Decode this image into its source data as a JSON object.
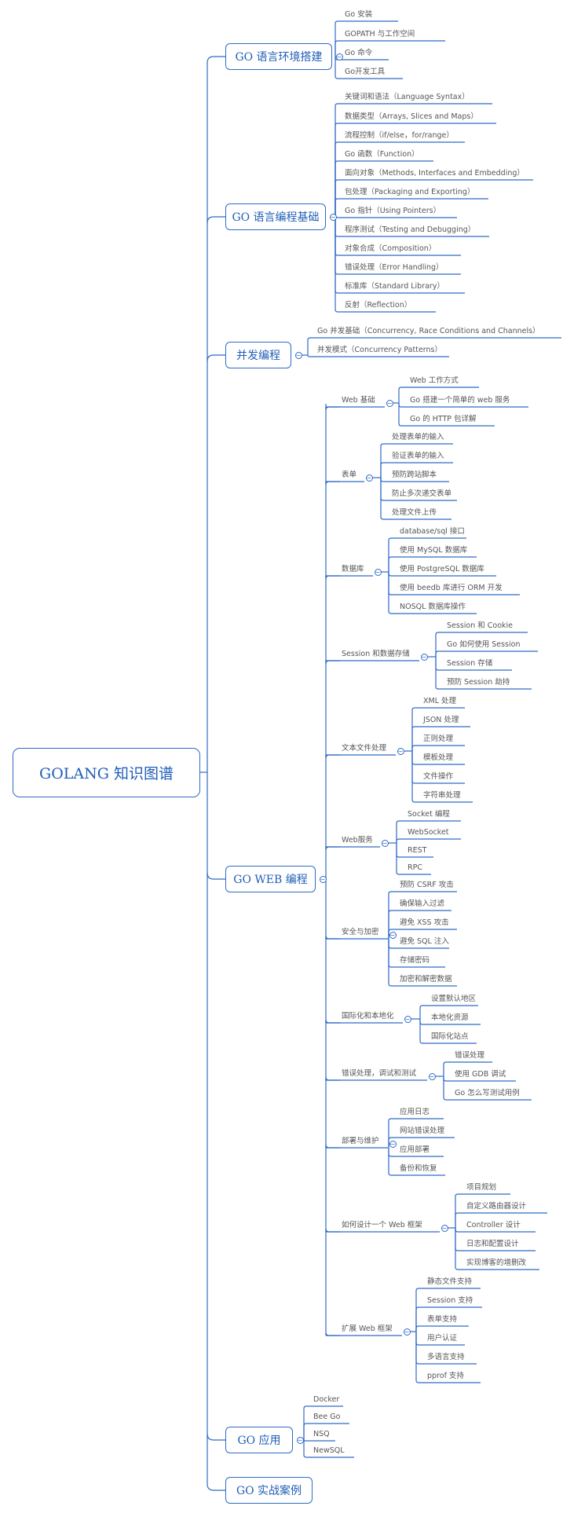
{
  "root": {
    "label": "GOLANG 知识图谱"
  },
  "categories": [
    {
      "label": "GO 语言环境搭建",
      "items": [
        {
          "label": "Go 安装"
        },
        {
          "label": "GOPATH 与工作空间"
        },
        {
          "label": "Go 命令"
        },
        {
          "label": "Go开发工具"
        }
      ]
    },
    {
      "label": "GO 语言编程基础",
      "items": [
        {
          "label": "关键词和语法（Language Syntax）"
        },
        {
          "label": "数据类型（Arrays, Slices and Maps）"
        },
        {
          "label": "流程控制（if/else，for/range）"
        },
        {
          "label": "Go 函数（Function）"
        },
        {
          "label": "面向对象（Methods, Interfaces and Embedding）"
        },
        {
          "label": "包处理（Packaging and Exporting）"
        },
        {
          "label": "Go 指针（Using Pointers）"
        },
        {
          "label": "程序测试（Testing and Debugging）"
        },
        {
          "label": "对象合成（Composition）"
        },
        {
          "label": "错误处理（Error Handling）"
        },
        {
          "label": "标准库（Standard Library）"
        },
        {
          "label": "反射（Reflection）"
        }
      ]
    },
    {
      "label": "并发编程",
      "items": [
        {
          "label": "Go 并发基础（Concurrency, Race Conditions and Channels）"
        },
        {
          "label": "并发模式（Concurrency Patterns）"
        }
      ]
    },
    {
      "label": "GO WEB 编程",
      "items": [
        {
          "label": "Web 基础",
          "items": [
            {
              "label": "Web 工作方式"
            },
            {
              "label": "Go 搭建一个简单的 web 服务"
            },
            {
              "label": "Go 的 HTTP 包详解"
            }
          ]
        },
        {
          "label": "表单",
          "items": [
            {
              "label": "处理表单的输入"
            },
            {
              "label": "验证表单的输入"
            },
            {
              "label": "预防跨站脚本"
            },
            {
              "label": "防止多次递交表单"
            },
            {
              "label": "处理文件上传"
            }
          ]
        },
        {
          "label": "数据库",
          "items": [
            {
              "label": "database/sql 接口"
            },
            {
              "label": "使用 MySQL 数据库"
            },
            {
              "label": "使用 PostgreSQL 数据库"
            },
            {
              "label": "使用 beedb 库进行 ORM 开发"
            },
            {
              "label": "NOSQL 数据库操作"
            }
          ]
        },
        {
          "label": "Session 和数据存储",
          "items": [
            {
              "label": "Session 和 Cookie"
            },
            {
              "label": "Go 如何使用 Session"
            },
            {
              "label": "Session 存储"
            },
            {
              "label": "预防 Session 劫持"
            }
          ]
        },
        {
          "label": "文本文件处理",
          "items": [
            {
              "label": "XML 处理"
            },
            {
              "label": "JSON 处理"
            },
            {
              "label": "正则处理"
            },
            {
              "label": "模板处理"
            },
            {
              "label": "文件操作"
            },
            {
              "label": "字符串处理"
            }
          ]
        },
        {
          "label": "Web服务",
          "items": [
            {
              "label": "Socket 编程"
            },
            {
              "label": "WebSocket"
            },
            {
              "label": "REST"
            },
            {
              "label": "RPC"
            }
          ]
        },
        {
          "label": "安全与加密",
          "items": [
            {
              "label": "预防 CSRF 攻击"
            },
            {
              "label": "确保输入过滤"
            },
            {
              "label": "避免 XSS 攻击"
            },
            {
              "label": "避免 SQL 注入"
            },
            {
              "label": "存储密码"
            },
            {
              "label": "加密和解密数据"
            }
          ]
        },
        {
          "label": "国际化和本地化",
          "items": [
            {
              "label": "设置默认地区"
            },
            {
              "label": "本地化资源"
            },
            {
              "label": "国际化站点"
            }
          ]
        },
        {
          "label": "错误处理，调试和测试",
          "items": [
            {
              "label": "错误处理"
            },
            {
              "label": "使用 GDB 调试"
            },
            {
              "label": "Go 怎么写测试用例"
            }
          ]
        },
        {
          "label": "部署与维护",
          "items": [
            {
              "label": "应用日志"
            },
            {
              "label": "网站错误处理"
            },
            {
              "label": "应用部署"
            },
            {
              "label": "备份和恢复"
            }
          ]
        },
        {
          "label": "如何设计一个 Web 框架",
          "items": [
            {
              "label": "项目规划"
            },
            {
              "label": "自定义路由器设计"
            },
            {
              "label": "Controller 设计"
            },
            {
              "label": "日志和配置设计"
            },
            {
              "label": "实现博客的增删改"
            }
          ]
        },
        {
          "label": "扩展 Web 框架",
          "items": [
            {
              "label": "静态文件支持"
            },
            {
              "label": "Session 支持"
            },
            {
              "label": "表单支持"
            },
            {
              "label": "用户认证"
            },
            {
              "label": "多语言支持"
            },
            {
              "label": "pprof 支持"
            }
          ]
        }
      ]
    },
    {
      "label": "GO 应用",
      "items": [
        {
          "label": "Docker"
        },
        {
          "label": "Bee Go"
        },
        {
          "label": "NSQ"
        },
        {
          "label": "NewSQL"
        }
      ]
    },
    {
      "label": "GO 实战案例",
      "items": []
    }
  ],
  "colors": {
    "line": "#2f6bc5",
    "text": "#555555",
    "box_text": "#1f5eb8"
  },
  "icons": {
    "collapse": "minus-circle-icon"
  }
}
